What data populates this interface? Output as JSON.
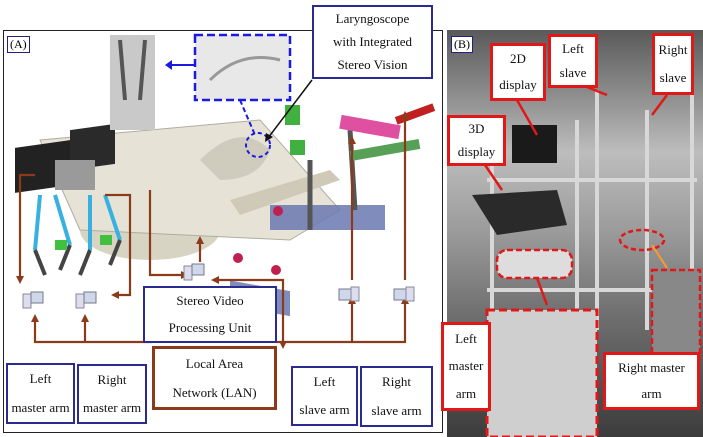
{
  "panel_a": {
    "label": "(A)",
    "laryngoscope": [
      "Laryngoscope",
      "with Integrated",
      "Stereo Vision"
    ],
    "stereo_video": [
      "Stereo Video",
      "Processing Unit"
    ],
    "lan": [
      "Local Area",
      "Network (LAN)"
    ],
    "left_master": [
      "Left",
      "master arm"
    ],
    "right_master": [
      "Right",
      "master arm"
    ],
    "left_slave": [
      "Left",
      "slave arm"
    ],
    "right_slave": [
      "Right",
      "slave arm"
    ]
  },
  "panel_b": {
    "label": "(B)",
    "display_2d": [
      "2D",
      "display"
    ],
    "left_slave": [
      "Left",
      "slave"
    ],
    "right_slave": [
      "Right",
      "slave"
    ],
    "display_3d": [
      "3D",
      "display"
    ],
    "left_master": [
      "Left",
      "master",
      "arm"
    ],
    "right_master": [
      "Right master",
      "arm"
    ]
  },
  "colors": {
    "blue_box": "#2b2b8f",
    "brown_link": "#8b3a1a",
    "red_box": "#e01818"
  }
}
